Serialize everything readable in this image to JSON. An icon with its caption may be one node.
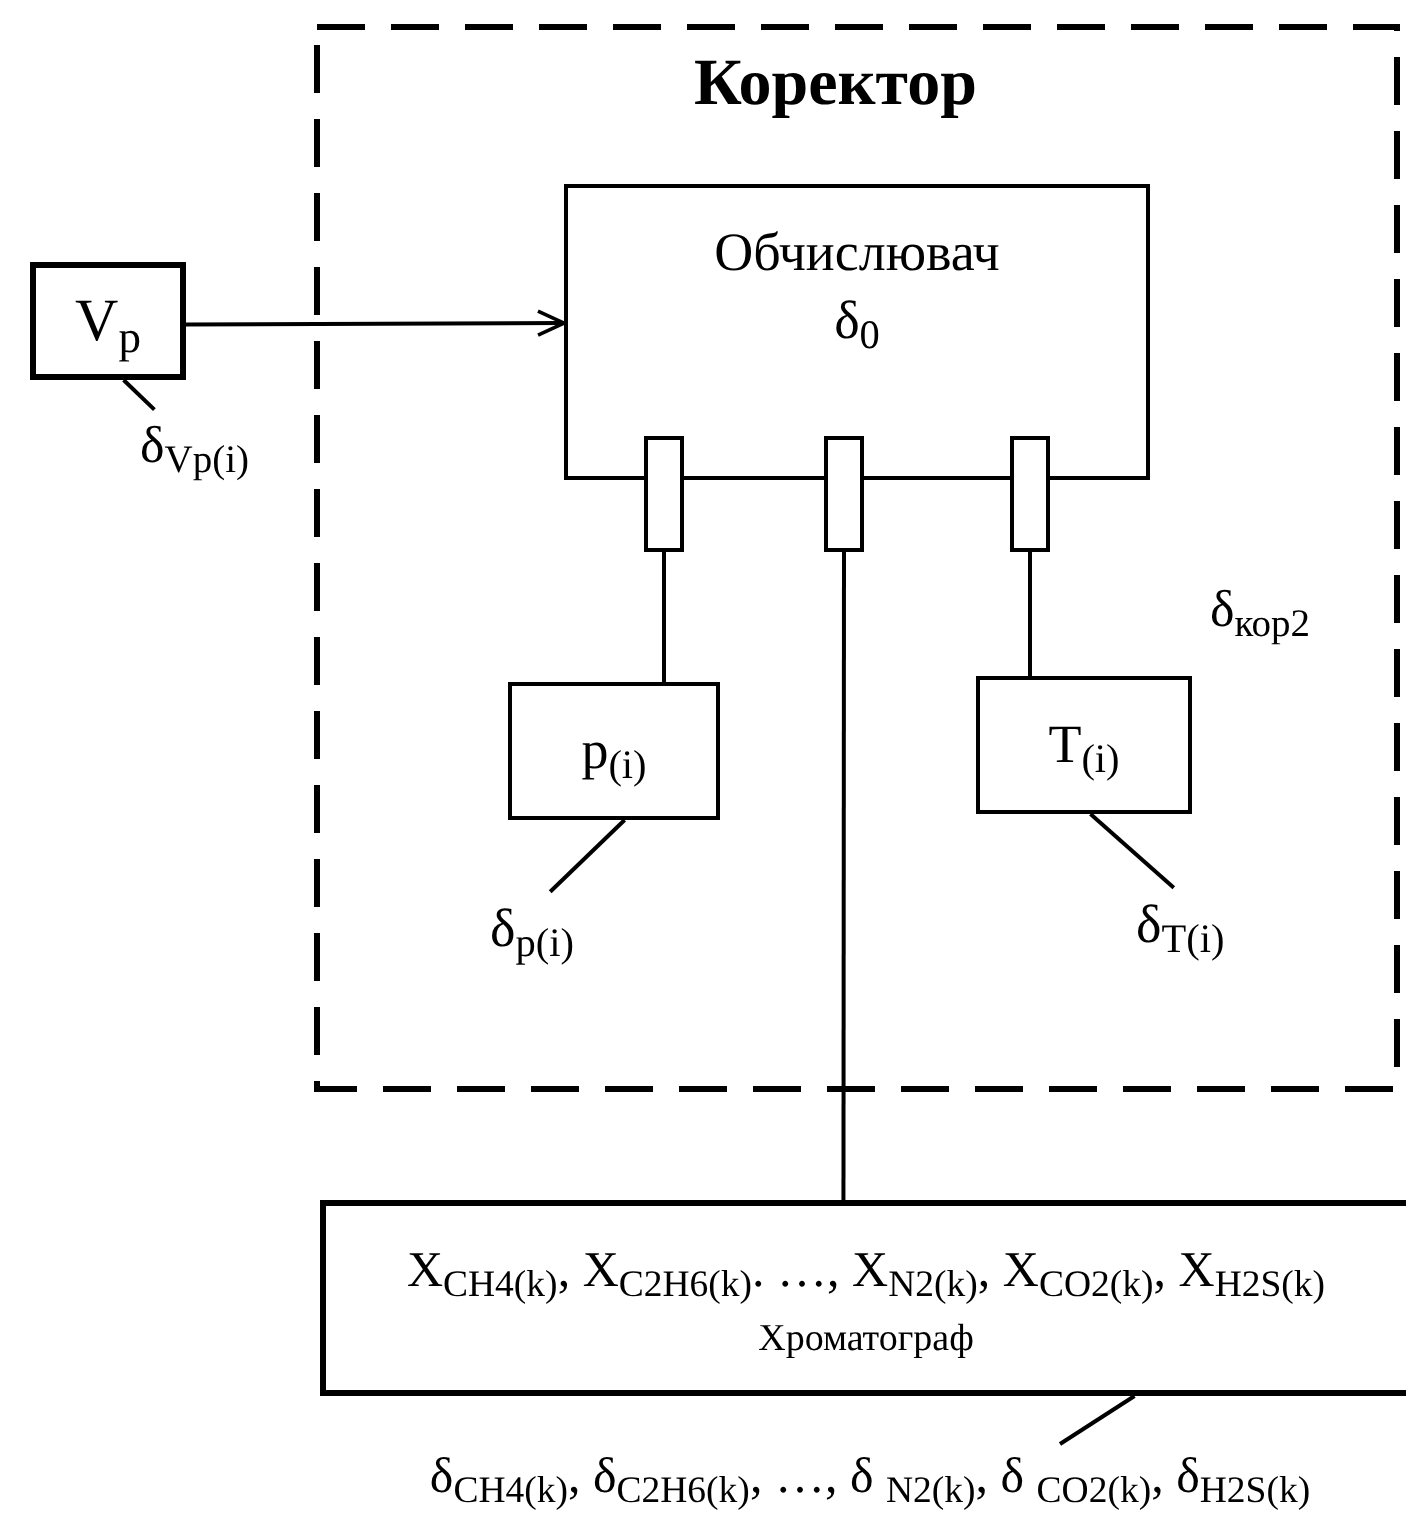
{
  "diagram": {
    "nodes": [
      {
        "text": [
          "Коректор",
          "δ$_{кор2}$"
        ]
      },
      {
        "text": [
          "V$_{p}$"
        ]
      },
      {
        "text": [
          "δ$_{Vp(i)}$"
        ]
      },
      {
        "text": [
          "Обчислювач",
          "δ$_{0}$"
        ],
        "in": 0
      },
      {
        "text": [],
        "shape": "box",
        "in": 0
      },
      {
        "text": [],
        "shape": "box",
        "in": 0
      },
      {
        "text": [],
        "shape": "box",
        "in": 0
      },
      {
        "text": [
          "p$_{(i)}$"
        ],
        "in": 0
      },
      {
        "text": [
          "δ$_{p(i)}$"
        ],
        "in": 0
      },
      {
        "text": [
          "T$_{(i)}$"
        ],
        "in": 0
      },
      {
        "text": [
          "δ$_{T(i)}$"
        ],
        "in": 0
      },
      {
        "text": [
          "X$_{CH4(k)}$, X$_{C2H6(k)}$. …, X$_{N2(k)}$, X$_{CO2(k)}$, X$_{H2S(k)}$",
          "Хроматограф"
        ]
      },
      {
        "text": [
          "δ$_{CH4(k)}$, δ$_{C2H6(k)}$, …, δ $_{N2(k)}$, δ $_{CO2(k)}$, δ$_{H2S(k)}$"
        ]
      }
    ],
    "edges": [
      {
        "from": 1,
        "to": 3,
        "arrow": "to"
      },
      {
        "from": 4,
        "to": 7,
        "arrow": "none"
      },
      {
        "from": 5,
        "to": 11,
        "arrow": "none"
      },
      {
        "from": 6,
        "to": 9,
        "arrow": "none"
      },
      {
        "from": 2,
        "to": 1,
        "arrow": "none"
      },
      {
        "from": 8,
        "to": 7,
        "arrow": "none"
      },
      {
        "from": 10,
        "to": 9,
        "arrow": "none"
      },
      {
        "from": 12,
        "to": 11,
        "arrow": "none"
      }
    ]
  }
}
